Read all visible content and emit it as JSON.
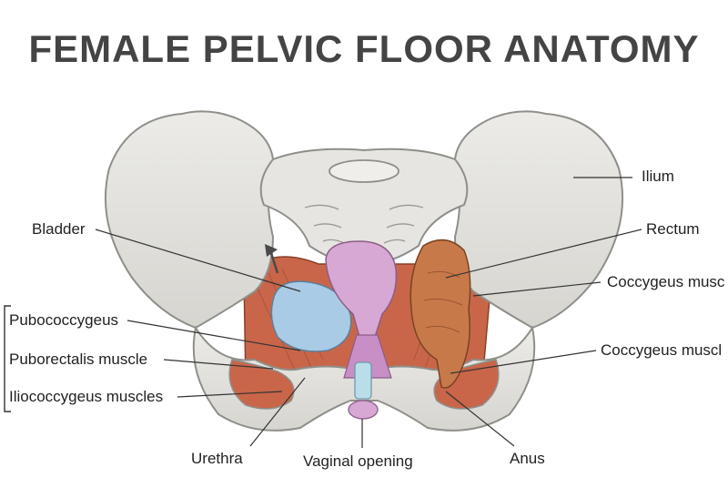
{
  "title": "FEMALE PELVIC FLOOR ANATOMY",
  "labels": {
    "ilium": "Ilium",
    "rectum": "Rectum",
    "coccygeus_upper": "Coccygeus musc",
    "coccygeus_lower": "Coccygeus muscl",
    "bladder": "Bladder",
    "pubococcygeus": "Pubococcygeus",
    "puborectalis": "Puborectalis muscle",
    "iliococcygeus": "Iliococcygeus muscles",
    "urethra": "Urethra",
    "vaginal_opening": "Vaginal opening",
    "anus": "Anus"
  },
  "colors": {
    "bone": "#e3e2de",
    "bone_outline": "#8f8f8a",
    "muscle": "#c9664a",
    "bladder": "#a9cbe6",
    "uterus": "#d8a8d4",
    "rectum": "#c8794a",
    "urethra": "#b9dde9",
    "title": "#444444"
  }
}
